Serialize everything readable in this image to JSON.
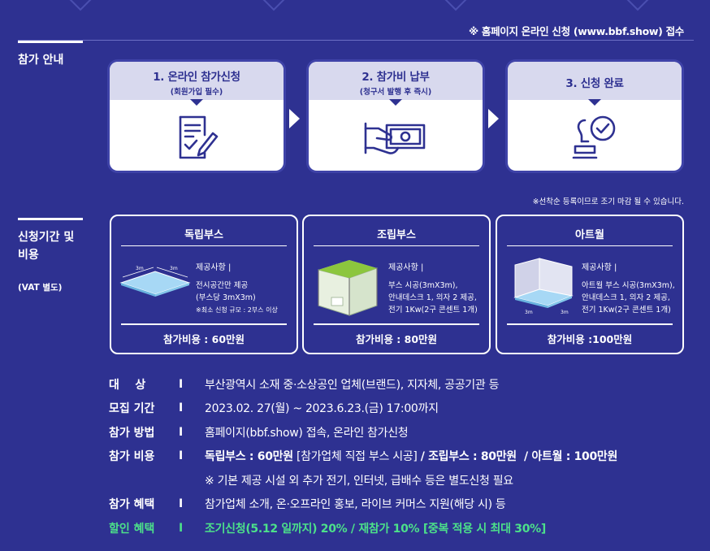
{
  "notice_top": "※ 홈페이지 온라인 신청 (www.bbf.show) 접수",
  "sections": {
    "guide_label": "참가 안내",
    "period_label_1": "신청기간 및",
    "period_label_2": "비용",
    "vat": "(VAT 별도)"
  },
  "steps": [
    {
      "title": "1. 온라인 참가신청",
      "sub": "(회원가입 필수)",
      "icon": "form-pen-icon"
    },
    {
      "title": "2. 참가비 납부",
      "sub": "(청구서 발행 후 즉시)",
      "icon": "payment-money-icon"
    },
    {
      "title": "3. 신청 완료",
      "sub": "",
      "icon": "stamp-check-icon"
    }
  ],
  "notice_small": "※선착순 등록이므로 조기 마감 될 수 있습니다.",
  "booths": [
    {
      "title": "독립부스",
      "label": "제공사항 |",
      "lines": [
        "전시공간만 제공",
        "(부스당 3mX3m)"
      ],
      "note": "※최소 신청 규모 : 2부스 이상",
      "price": "참가비용 : 60만원",
      "dim": "3m"
    },
    {
      "title": "조립부스",
      "label": "제공사항 |",
      "lines": [
        "부스 시공(3mX3m),",
        "안내데스크 1, 의자 2 제공,",
        "전기 1Kw(2구 콘센트 1개)"
      ],
      "note": "",
      "price": "참가비용 : 80만원",
      "dim": ""
    },
    {
      "title": "아트월",
      "label": "제공사항 |",
      "lines": [
        "아트월 부스 시공(3mX3m),",
        "안내데스크 1, 의자 2 제공,",
        "전기 1Kw(2구 콘센트 1개)"
      ],
      "note": "",
      "price": "참가비용 :100만원",
      "dim": "3m"
    }
  ],
  "details": [
    {
      "label": "대    상",
      "sep": "I",
      "value": "부산광역시 소재 중·소상공인 업체(브랜드), 지자체, 공공기관 등"
    },
    {
      "label": "모집 기간",
      "sep": "I",
      "value": "2023.02. 27(월) ~ 2023.6.23.(금) 17:00까지"
    },
    {
      "label": "참가 방법",
      "sep": "I",
      "value": "홈페이지(bbf.show) 접속, 온라인 참가신청"
    },
    {
      "label": "참가 비용",
      "sep": "I",
      "value_parts": [
        "독립부스 : 60만원",
        " [참가업체 직접 부스 시공] ",
        "/ 조립부스 : 80만원  / 아트월 : 100만원"
      ]
    },
    {
      "label": "",
      "sep": "",
      "value": "※ 기본 제공 시설 외 추가 전기, 인터넷, 급배수 등은 별도신청 필요"
    },
    {
      "label": "참가 혜택",
      "sep": "I",
      "value": "참가업체 소개, 온·오프라인 홍보, 라이브 커머스 지원(해당 시) 등"
    },
    {
      "label": "할인 혜택",
      "sep": "I",
      "value": "조기신청(5.12 일까지) 20% / 재참가 10% [중복 적용 시 최대 30%]"
    }
  ],
  "colors": {
    "background": "#2e3191",
    "step_head": "#d8d9ee",
    "accent_green": "#4ce08a"
  }
}
